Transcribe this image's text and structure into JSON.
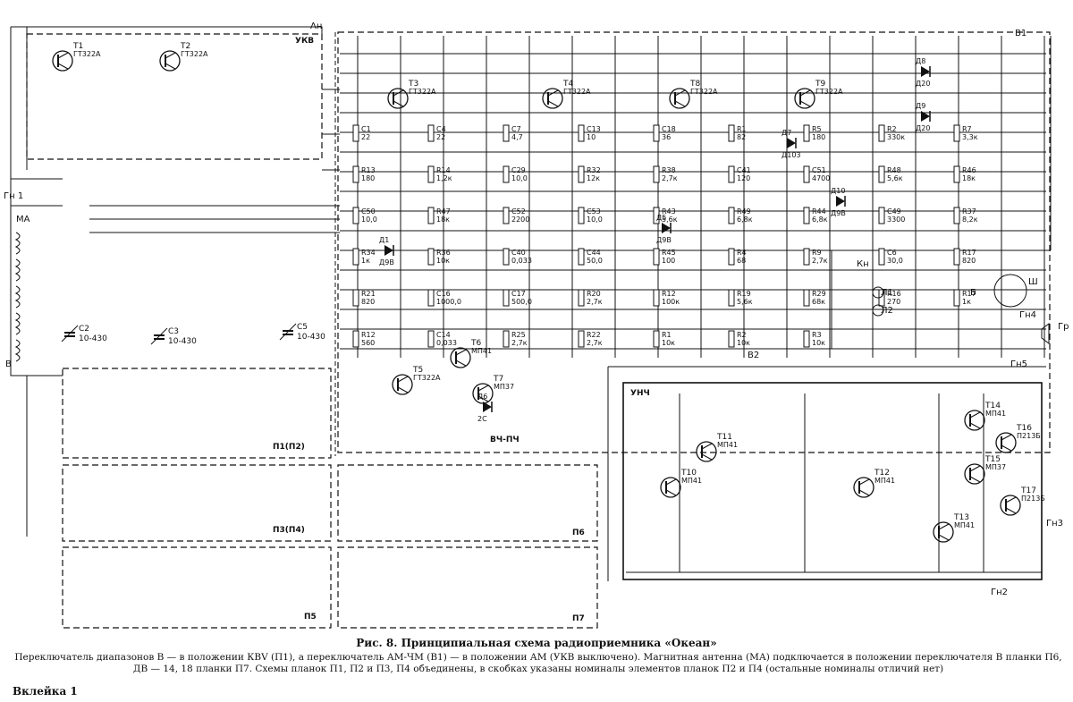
{
  "figure": {
    "caption": "Рис. 8. Принципиальная схема радиоприемника «Океан»",
    "note": "Переключатель диапазонов В — в положении КВV (П1), а переключатель АМ-ЧМ (В1) — в положении АМ (УКВ выключено). Магнитная антенна (МА) подключается в положении переключателя В планки П6, ДВ — 14, 18 планки П7. Схемы планок П1, П2 и П3, П4 объединены, в скобках указаны номиналы элементов планок П2 и П4 (остальные номиналы отличий нет)",
    "footer": "Вклейка 1"
  },
  "blocks": [
    {
      "id": "ukv",
      "label": "УКВ"
    },
    {
      "id": "vch",
      "label": "ВЧ-ПЧ"
    },
    {
      "id": "unch",
      "label": "УНЧ"
    },
    {
      "id": "p1",
      "label": "П1(П2)"
    },
    {
      "id": "p3",
      "label": "П3(П4)"
    },
    {
      "id": "p5",
      "label": "П5"
    },
    {
      "id": "p6",
      "label": "П6"
    },
    {
      "id": "p7",
      "label": "П7"
    }
  ],
  "transistors": [
    {
      "ref": "T1",
      "type": "ГТ322А"
    },
    {
      "ref": "T2",
      "type": "ГТ322А"
    },
    {
      "ref": "T3",
      "type": "ГТ322А"
    },
    {
      "ref": "T4",
      "type": "ГТ322А"
    },
    {
      "ref": "T5",
      "type": "ГТ322А"
    },
    {
      "ref": "T6",
      "type": "МП41"
    },
    {
      "ref": "T7",
      "type": "МП37"
    },
    {
      "ref": "T8",
      "type": "ГТ322А"
    },
    {
      "ref": "T9",
      "type": "ГТ322А"
    },
    {
      "ref": "T10",
      "type": "МП41"
    },
    {
      "ref": "T11",
      "type": "МП41"
    },
    {
      "ref": "T12",
      "type": "МП41"
    },
    {
      "ref": "T13",
      "type": "МП41"
    },
    {
      "ref": "T14",
      "type": "МП41"
    },
    {
      "ref": "T15",
      "type": "МП37"
    },
    {
      "ref": "T16",
      "type": "П213Б"
    },
    {
      "ref": "T17",
      "type": "П213Б"
    }
  ],
  "components": [
    {
      "ref": "C1",
      "value": "22"
    },
    {
      "ref": "C4",
      "value": "22"
    },
    {
      "ref": "C7",
      "value": "4,7"
    },
    {
      "ref": "C13",
      "value": "10"
    },
    {
      "ref": "C18",
      "value": "36"
    },
    {
      "ref": "R1",
      "value": "82"
    },
    {
      "ref": "R5",
      "value": "180"
    },
    {
      "ref": "R2",
      "value": "330к"
    },
    {
      "ref": "R7",
      "value": "3,3к"
    },
    {
      "ref": "R13",
      "value": "180"
    },
    {
      "ref": "R14",
      "value": "1,2к"
    },
    {
      "ref": "C29",
      "value": "10,0"
    },
    {
      "ref": "R32",
      "value": "12к"
    },
    {
      "ref": "R38",
      "value": "2,7к"
    },
    {
      "ref": "C41",
      "value": "120"
    },
    {
      "ref": "C51",
      "value": "4700"
    },
    {
      "ref": "R48",
      "value": "5,6к"
    },
    {
      "ref": "R46",
      "value": "18к"
    },
    {
      "ref": "C50",
      "value": "10,0"
    },
    {
      "ref": "R47",
      "value": "18к"
    },
    {
      "ref": "C52",
      "value": "2200"
    },
    {
      "ref": "C53",
      "value": "10,0"
    },
    {
      "ref": "R43",
      "value": "5,6к"
    },
    {
      "ref": "R49",
      "value": "6,8к"
    },
    {
      "ref": "R44",
      "value": "6,8к"
    },
    {
      "ref": "C49",
      "value": "3300"
    },
    {
      "ref": "R37",
      "value": "8,2к"
    },
    {
      "ref": "R34",
      "value": "1к"
    },
    {
      "ref": "R36",
      "value": "10к"
    },
    {
      "ref": "C40",
      "value": "0,033"
    },
    {
      "ref": "C44",
      "value": "50,0"
    },
    {
      "ref": "R45",
      "value": "100"
    },
    {
      "ref": "R4",
      "value": "68"
    },
    {
      "ref": "R9",
      "value": "2,7к"
    },
    {
      "ref": "C6",
      "value": "30,0"
    },
    {
      "ref": "R17",
      "value": "820"
    },
    {
      "ref": "R21",
      "value": "820"
    },
    {
      "ref": "C16",
      "value": "1000,0"
    },
    {
      "ref": "C17",
      "value": "500,0"
    },
    {
      "ref": "R20",
      "value": "2,7к"
    },
    {
      "ref": "R12",
      "value": "100к"
    },
    {
      "ref": "R19",
      "value": "5,6к"
    },
    {
      "ref": "R29",
      "value": "68к"
    },
    {
      "ref": "R16",
      "value": "270"
    },
    {
      "ref": "R17",
      "value": "1к"
    },
    {
      "ref": "R12",
      "value": "560"
    },
    {
      "ref": "C14",
      "value": "0,033"
    },
    {
      "ref": "R25",
      "value": "2,7к"
    },
    {
      "ref": "R22",
      "value": "2,7к"
    },
    {
      "ref": "R1",
      "value": "10к"
    },
    {
      "ref": "R2",
      "value": "10к"
    },
    {
      "ref": "R3",
      "value": "10к"
    }
  ],
  "diodes": [
    {
      "ref": "Д1",
      "type": "Д9В"
    },
    {
      "ref": "Д5",
      "type": "Д9В"
    },
    {
      "ref": "Д6",
      "type": "2С"
    },
    {
      "ref": "Д7",
      "type": "Д103"
    },
    {
      "ref": "Д8",
      "type": "Д20"
    },
    {
      "ref": "Д9",
      "type": "Д20"
    },
    {
      "ref": "Д10",
      "type": "Д9В"
    }
  ],
  "connectors": [
    {
      "ref": "Гн1",
      "label": "Гн 1"
    },
    {
      "ref": "Гн2",
      "label": "Гн2"
    },
    {
      "ref": "Гн3",
      "label": "Гн3"
    },
    {
      "ref": "Гн4",
      "label": "Гн4"
    },
    {
      "ref": "Гн5",
      "label": "Гн5"
    },
    {
      "ref": "Ан",
      "label": "Ан"
    },
    {
      "ref": "МА",
      "label": "МА"
    },
    {
      "ref": "Ш",
      "label": "Ш"
    },
    {
      "ref": "Гр",
      "label": "Гр"
    },
    {
      "ref": "Б",
      "label": "Б"
    },
    {
      "ref": "Кн",
      "label": "Кн"
    },
    {
      "ref": "В1",
      "label": "В1"
    },
    {
      "ref": "В2",
      "label": "В2"
    },
    {
      "ref": "Л1",
      "label": "Л1"
    },
    {
      "ref": "Л2",
      "label": "Л2"
    },
    {
      "ref": "В",
      "label": "В"
    }
  ],
  "variable_caps": [
    {
      "ref": "C2",
      "value": "10-430"
    },
    {
      "ref": "C3",
      "value": "10-430"
    },
    {
      "ref": "C5",
      "value": "10-430"
    }
  ]
}
